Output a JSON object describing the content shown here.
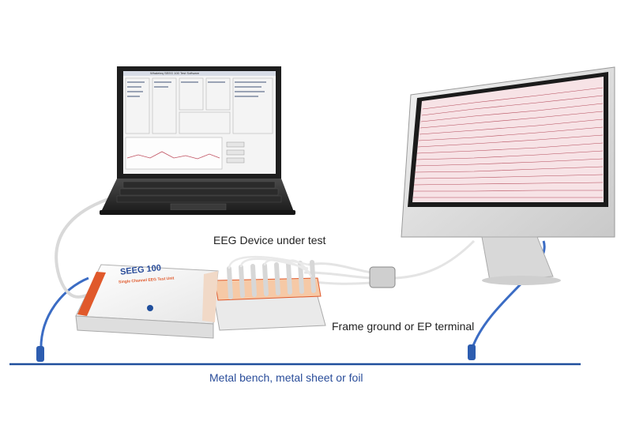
{
  "labels": {
    "device_under_test": "EEG Device under test",
    "frame_ground": "Frame ground or EP terminal",
    "bench": "Metal bench, metal sheet or foil"
  },
  "test_unit": {
    "brand": "SEEG 100",
    "model": "Single Channel EEG Test Unit"
  },
  "laptop": {
    "software_window_title": "Whaleteq SEEG 100 Test Software"
  },
  "colors": {
    "bench_line": "#1f4e9c",
    "ground_cable": "#3b6cc4",
    "unit_accent": "#e0592b",
    "eeg_trace": "#b44a5a",
    "monitor_screen": "#f7e3e6"
  }
}
